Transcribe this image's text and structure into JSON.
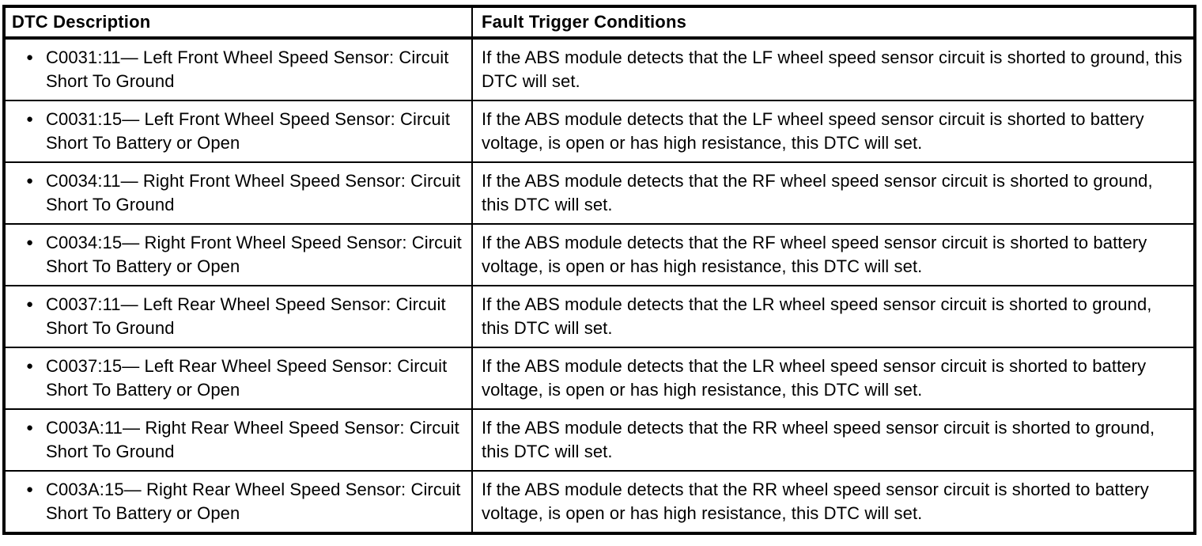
{
  "table": {
    "bullet": "●",
    "headers": {
      "dtc": "DTC Description",
      "fault": "Fault Trigger Conditions"
    },
    "rows": [
      {
        "dtc": "C0031:11— Left Front Wheel Speed Sensor: Circuit Short To Ground",
        "condition": "If the ABS module detects that the LF wheel speed sensor circuit is shorted to ground, this DTC will set."
      },
      {
        "dtc": "C0031:15— Left Front Wheel Speed Sensor: Circuit Short To Battery or Open",
        "condition": "If the ABS module detects that the LF wheel speed sensor circuit is shorted to battery voltage, is open or has high resistance, this DTC will set."
      },
      {
        "dtc": "C0034:11— Right Front Wheel Speed Sensor: Circuit Short To Ground",
        "condition": "If the ABS module detects that the RF wheel speed sensor circuit is shorted to ground, this DTC will set."
      },
      {
        "dtc": "C0034:15— Right Front Wheel Speed Sensor: Circuit Short To Battery or Open",
        "condition": "If the ABS module detects that the RF wheel speed sensor circuit is shorted to battery voltage, is open or has high resistance, this DTC will set."
      },
      {
        "dtc": "C0037:11— Left Rear Wheel Speed Sensor: Circuit Short To Ground",
        "condition": "If the ABS module detects that the LR wheel speed sensor circuit is shorted to ground, this DTC will set."
      },
      {
        "dtc": "C0037:15— Left Rear Wheel Speed Sensor: Circuit Short To Battery or Open",
        "condition": "If the ABS module detects that the LR wheel speed sensor circuit is shorted to battery voltage, is open or has high resistance, this DTC will set."
      },
      {
        "dtc": "C003A:11— Right Rear Wheel Speed Sensor: Circuit Short To Ground",
        "condition": "If the ABS module detects that the RR wheel speed sensor circuit is shorted to ground, this DTC will set."
      },
      {
        "dtc": "C003A:15— Right Rear Wheel Speed Sensor: Circuit Short To Battery or Open",
        "condition": "If the ABS module detects that the RR wheel speed sensor circuit is shorted to battery voltage, is open or has high resistance, this DTC will set."
      }
    ]
  }
}
